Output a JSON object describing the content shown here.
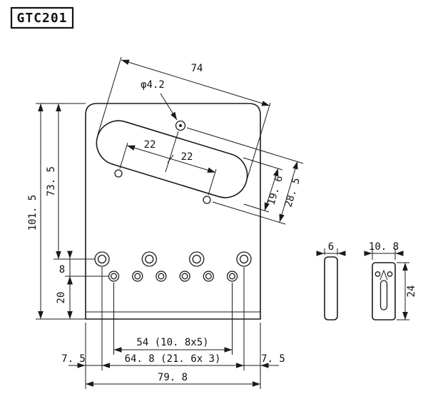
{
  "model": "GTC201",
  "colors": {
    "line": "#1a1a1a",
    "background": "#ffffff"
  },
  "dims": {
    "length74": "74",
    "hole_dia": "φ4.2",
    "pitch_a": "22",
    "pitch_b": "22",
    "height735": "73. 5",
    "height1015": "101. 5",
    "rout_width": "19. 6",
    "screw_span": "28. 5",
    "gap8": "8",
    "gap20": "20",
    "string_span": "54 (10. 8x5)",
    "screw_row_span": "64. 8 (21. 6x 3)",
    "edge_left": "7. 5",
    "edge_right": "7. 5",
    "total_width": "79. 8"
  },
  "side": {
    "thickness": "6",
    "width": "10. 8",
    "length": "24"
  }
}
